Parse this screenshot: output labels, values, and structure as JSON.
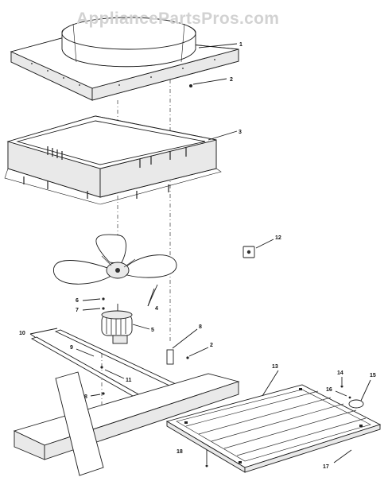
{
  "watermark": "AppliancePartsPros.com",
  "callouts": {
    "c1": "1",
    "c2a": "2",
    "c3": "3",
    "c4": "4",
    "c5": "5",
    "c6": "6",
    "c7": "7",
    "c8a": "8",
    "c9": "9",
    "c10": "10",
    "c11": "11",
    "c8b": "8",
    "c2b": "2",
    "c12": "12",
    "c13": "13",
    "c14": "14",
    "c15": "15",
    "c16": "16",
    "c17": "17",
    "c18": "18"
  }
}
